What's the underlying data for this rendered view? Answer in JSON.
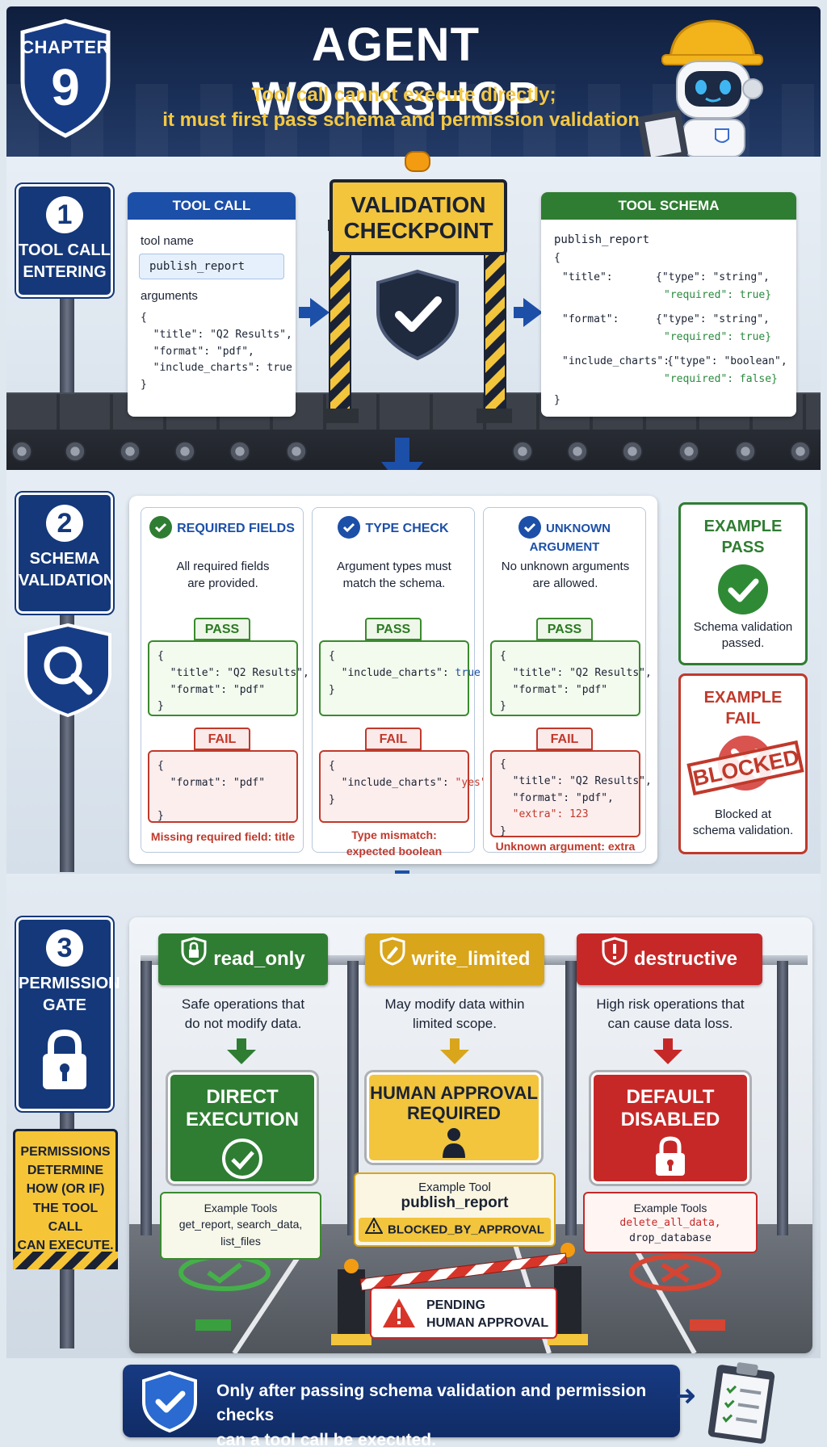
{
  "header": {
    "chapter_label": "CHAPTER",
    "chapter_number": "9",
    "title": "AGENT WORKSHOP",
    "subtitle_line1": "Tool call cannot execute directly;",
    "subtitle_line2": "it must first pass schema and permission validation."
  },
  "step1": {
    "number": "1",
    "label_line1": "TOOL CALL",
    "label_line2": "ENTERING",
    "tool_call": {
      "header": "TOOL CALL",
      "tool_name_label": "tool name",
      "tool_name_value": "publish_report",
      "arguments_label": "arguments",
      "code": "{\n  \"title\": \"Q2 Results\",\n  \"format\": \"pdf\",\n  \"include_charts\": true\n}"
    },
    "checkpoint_line1": "VALIDATION",
    "checkpoint_line2": "CHECKPOINT",
    "schema": {
      "header": "TOOL SCHEMA",
      "name": "publish_report",
      "open": "{",
      "f1_key": "\"title\":",
      "f1_type": "{\"type\": \"string\",",
      "f1_req": "\"required\": true}",
      "f2_key": "\"format\":",
      "f2_type": "{\"type\": \"string\",",
      "f2_req": "\"required\": true}",
      "f3_key": "\"include_charts\":",
      "f3_type": "{\"type\": \"boolean\",",
      "f3_req": "\"required\": false}",
      "close": "}"
    }
  },
  "step2": {
    "number": "2",
    "label_line1": "SCHEMA",
    "label_line2": "VALIDATION",
    "columns": [
      {
        "title": "REQUIRED FIELDS",
        "desc_line1": "All required fields",
        "desc_line2": "are provided.",
        "pass_label": "PASS",
        "pass_code": "{\n  \"title\": \"Q2 Results\",\n  \"format\": \"pdf\"\n}",
        "fail_label": "FAIL",
        "fail_code": "{\n  \"format\": \"pdf\"\n\n}",
        "error_line1": "Missing required field: title",
        "error_line2": ""
      },
      {
        "title": "TYPE CHECK",
        "desc_line1": "Argument types must",
        "desc_line2": "match the schema.",
        "pass_label": "PASS",
        "pass_code_open": "{",
        "pass_code_key": "  \"include_charts\": ",
        "pass_code_val": "true",
        "pass_code_close": "}",
        "fail_label": "FAIL",
        "fail_code_open": "{",
        "fail_code_key": "  \"include_charts\": ",
        "fail_code_val": "\"yes\"",
        "fail_code_close": "}",
        "error_line1": "Type mismatch:",
        "error_line2": "expected boolean"
      },
      {
        "title": "UNKNOWN ARGUMENT",
        "desc_line1": "No unknown arguments",
        "desc_line2": "are allowed.",
        "pass_label": "PASS",
        "pass_code": "{\n  \"title\": \"Q2 Results\",\n  \"format\": \"pdf\"\n}",
        "fail_label": "FAIL",
        "fail_code_main": "{\n  \"title\": \"Q2 Results\",\n  \"format\": \"pdf\",",
        "fail_code_extra": "  \"extra\": 123",
        "fail_code_close": "}",
        "error_line1": "Unknown argument: extra",
        "error_line2": ""
      }
    ],
    "example_pass": {
      "title_line1": "EXAMPLE",
      "title_line2": "PASS",
      "desc_line1": "Schema validation",
      "desc_line2": "passed."
    },
    "example_fail": {
      "title_line1": "EXAMPLE",
      "title_line2": "FAIL",
      "stamp": "BLOCKED",
      "desc_line1": "Blocked at",
      "desc_line2": "schema validation."
    }
  },
  "step3": {
    "number": "3",
    "label_line1": "PERMISSION",
    "label_line2": "GATE",
    "note_lines": [
      "PERMISSIONS",
      "DETERMINE",
      "HOW (OR IF)",
      "THE TOOL CALL",
      "CAN EXECUTE."
    ],
    "levels": [
      {
        "name": "read_only",
        "desc_line1": "Safe operations that",
        "desc_line2": "do not modify data.",
        "result_line1": "DIRECT",
        "result_line2": "EXECUTION",
        "tools_label": "Example Tools",
        "tools_line1": "get_report, search_data,",
        "tools_line2": "list_files"
      },
      {
        "name": "write_limited",
        "desc_line1": "May modify data within",
        "desc_line2": "limited scope.",
        "result_line1": "HUMAN APPROVAL",
        "result_line2": "REQUIRED",
        "tools_label": "Example Tool",
        "tools_line1": "publish_report",
        "status": "BLOCKED_BY_APPROVAL"
      },
      {
        "name": "destructive",
        "desc_line1": "High risk operations that",
        "desc_line2": "can cause data loss.",
        "result_line1": "DEFAULT",
        "result_line2": "DISABLED",
        "tools_label": "Example Tools",
        "tools_line1": "delete_all_data,",
        "tools_line2": "drop_database"
      }
    ],
    "pending_line1": "PENDING",
    "pending_line2": "HUMAN APPROVAL"
  },
  "footer": {
    "line1": "Only after passing schema validation and permission checks",
    "line2": "can a tool call be executed."
  },
  "colors": {
    "navy": "#14387a",
    "green": "#2f7d32",
    "yellow": "#f2c53d",
    "red": "#c62828",
    "accent_yellow": "#f5c842"
  }
}
